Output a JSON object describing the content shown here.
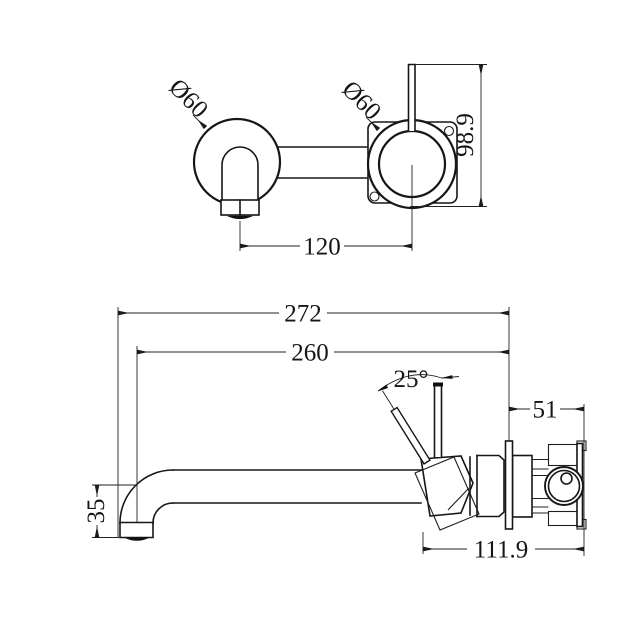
{
  "drawing": {
    "background_color": "#ffffff",
    "line_color": "#161616",
    "top_view": {
      "spout_escutcheon_diameter_label": "Ø60",
      "handle_escutcheon_diameter_label": "Ø60",
      "centre_to_centre_label": "120",
      "handle_length_label": "98.9"
    },
    "side_view": {
      "overall_projection_label": "272",
      "spout_projection_label": "260",
      "handle_angle_label": "25°",
      "in_wall_depth_label": "51",
      "valve_body_length_label": "111.9",
      "spout_drop_label": "35"
    }
  }
}
